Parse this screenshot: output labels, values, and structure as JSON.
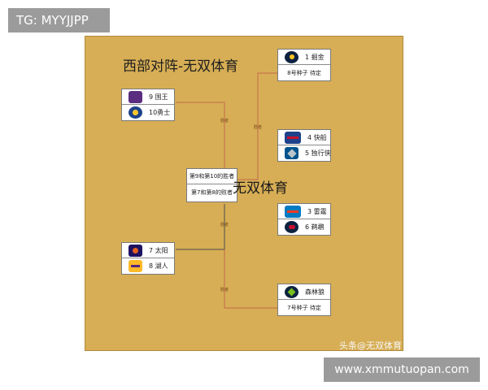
{
  "corner_tag": "TG: MYYJJPP",
  "site_tag": "www.xmmutuopan.com",
  "board": {
    "title": "西部对阵-无双体育",
    "center_watermark": "无双体育",
    "source_watermark": "头条@无双体育",
    "winner_label": "胜者",
    "colors": {
      "board": "#d7ae55",
      "connector": "#c36a4a"
    }
  },
  "matchups": {
    "playin_top": [
      {
        "label": "9 国王",
        "logo": "kings-logo-icon",
        "color": "#5a2d81"
      },
      {
        "label": "10勇士",
        "logo": "warriors-logo-icon",
        "color": "#1d428a"
      }
    ],
    "playin_bottom": [
      {
        "label": "7 太阳",
        "logo": "suns-logo-icon",
        "color": "#1d1160"
      },
      {
        "label": "8 湖人",
        "logo": "lakers-logo-icon",
        "color": "#552583"
      }
    ],
    "playin_result": {
      "winner_9_10": "第9和第10的胜者",
      "loser_7_8": "第7和第8的败者"
    },
    "nuggets": {
      "team": "1 掘金",
      "seed": "8号种子 待定",
      "logo": "nuggets-logo-icon",
      "color": "#0e2240"
    },
    "clippers_mavs": [
      {
        "label": "4 快船",
        "logo": "clippers-logo-icon",
        "color": "#1d428a"
      },
      {
        "label": "5 独行侠",
        "logo": "mavericks-logo-icon",
        "color": "#00538c"
      }
    ],
    "thunder_pelicans": [
      {
        "label": "3 雷霆",
        "logo": "thunder-logo-icon",
        "color": "#007ac1"
      },
      {
        "label": "6 鹈鹕",
        "logo": "pelicans-logo-icon",
        "color": "#85714d"
      }
    ],
    "wolves": {
      "team": "森林狼",
      "seed": "7号种子 待定",
      "logo": "timberwolves-logo-icon",
      "color": "#0c2340"
    }
  }
}
